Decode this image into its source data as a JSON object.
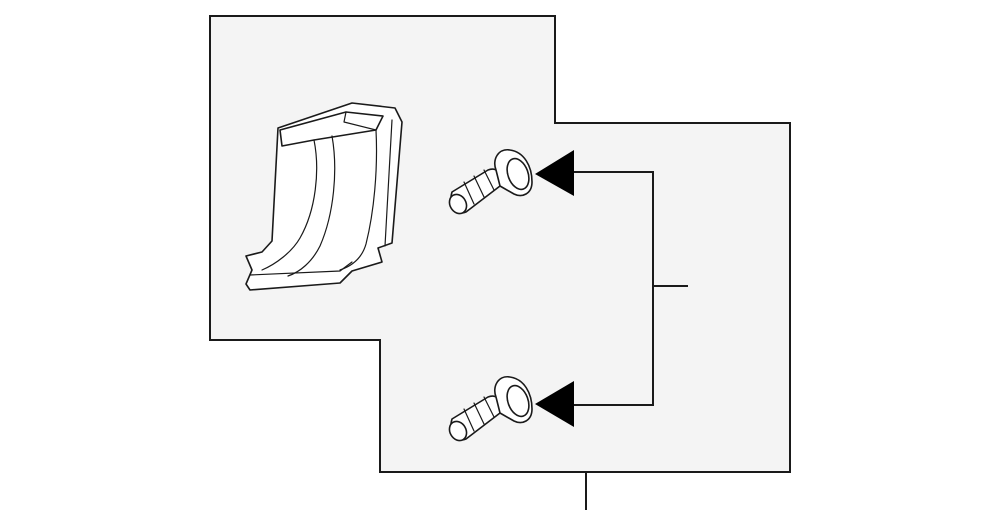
{
  "diagram": {
    "parts": [
      {
        "name": "trim-cover",
        "count": 1
      },
      {
        "name": "screw",
        "count": 2
      }
    ],
    "colors": {
      "background": "#ffffff",
      "panel_fill": "#f4f4f4",
      "line": "#1a1a1a",
      "arrow": "#000000"
    }
  }
}
